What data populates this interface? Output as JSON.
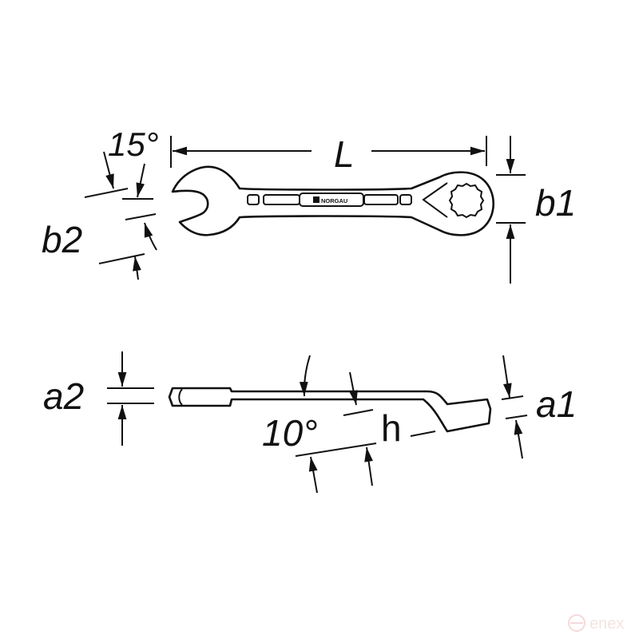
{
  "diagram": {
    "subject": "combination ratcheting wrench",
    "brand_label": "NORGAU",
    "top_view": {
      "labels": {
        "angle_head": "15°",
        "length": "L",
        "open_end_width": "b2",
        "ring_end_width": "b1"
      }
    },
    "side_view": {
      "labels": {
        "open_end_thickness": "a2",
        "ring_end_thickness": "a1",
        "offset_angle": "10°",
        "offset_height": "h"
      }
    },
    "watermark": "enex",
    "colors": {
      "line": "#111111",
      "background": "#ffffff",
      "watermark": "#f0d0d0"
    }
  }
}
